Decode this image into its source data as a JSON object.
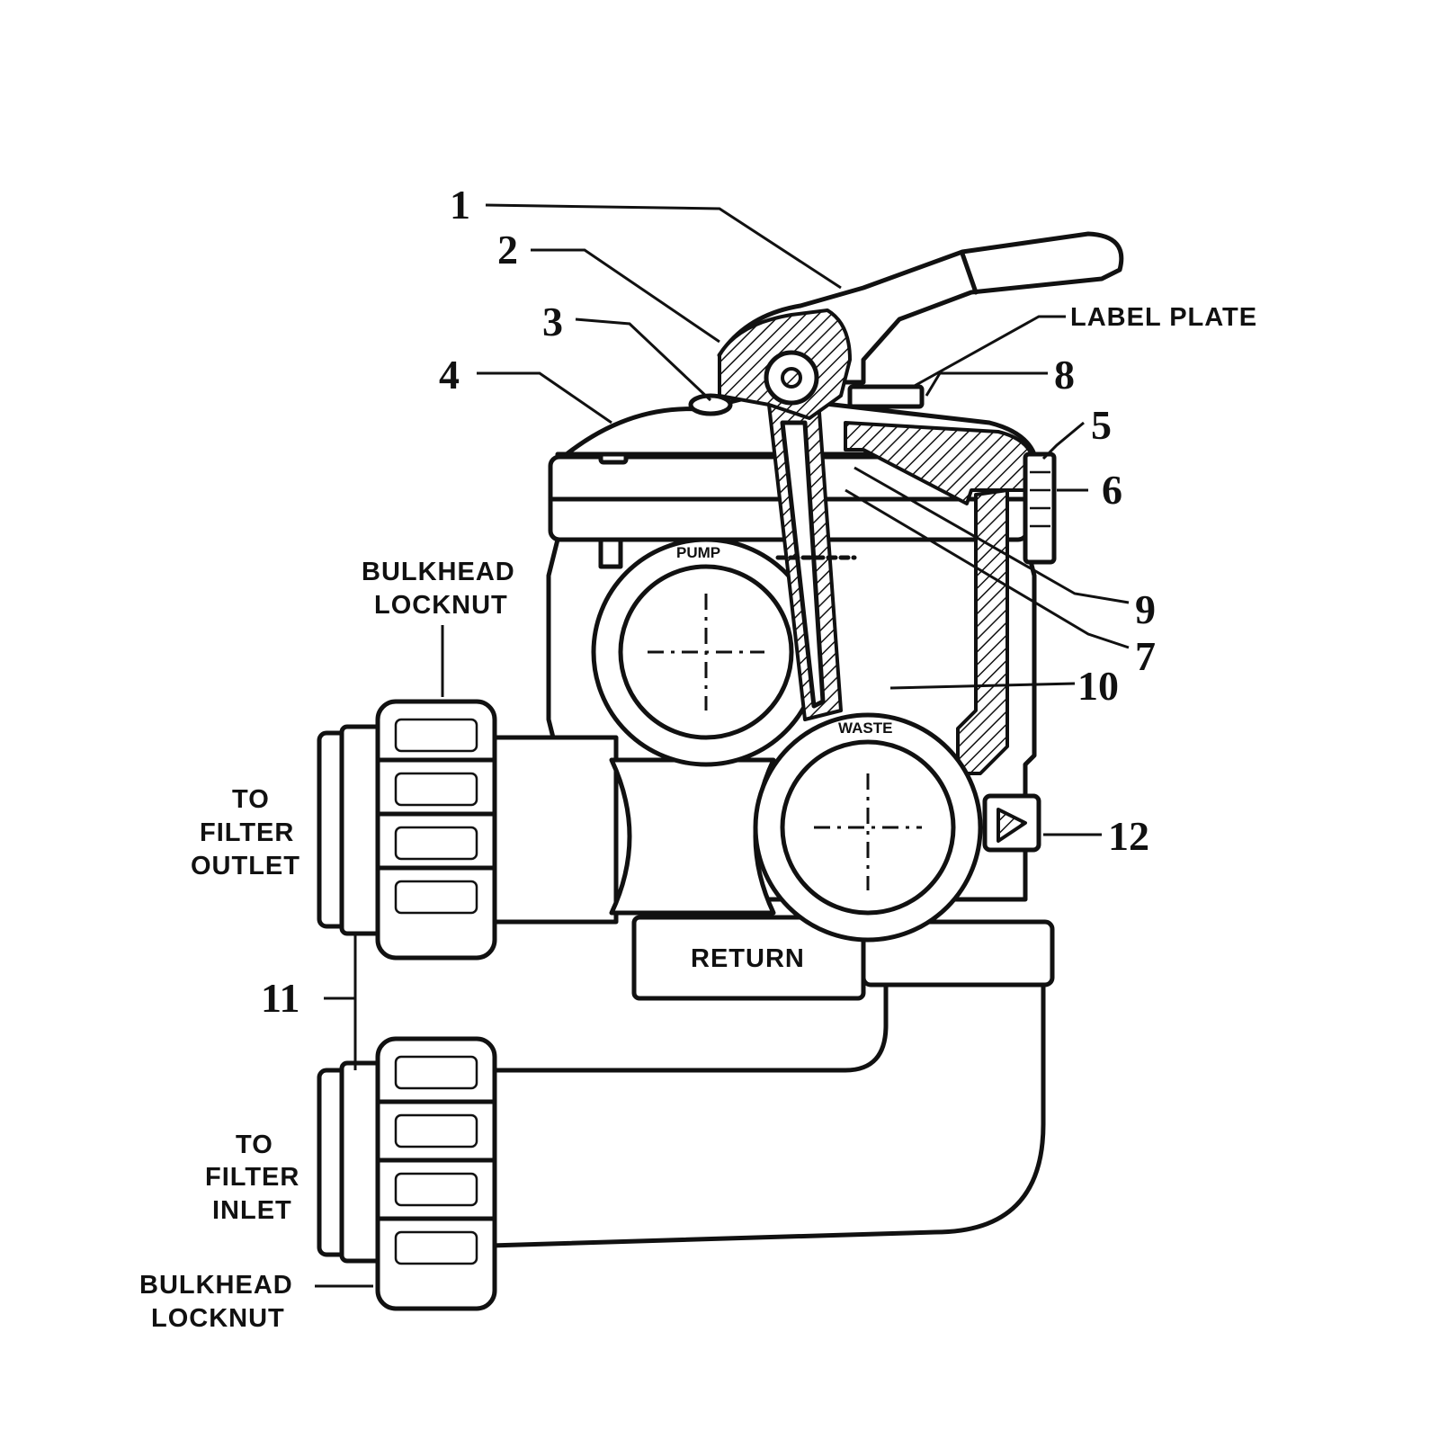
{
  "callouts": {
    "n1": "1",
    "n2": "2",
    "n3": "3",
    "n4": "4",
    "n5": "5",
    "n6": "6",
    "n7": "7",
    "n8": "8",
    "n9": "9",
    "n10": "10",
    "n11": "11",
    "n12": "12"
  },
  "labels": {
    "label_plate": "LABEL PLATE",
    "bulkhead_locknut_top_1": "BULKHEAD",
    "bulkhead_locknut_top_2": "LOCKNUT",
    "to_filter_outlet_1": "TO",
    "to_filter_outlet_2": "FILTER",
    "to_filter_outlet_3": "OUTLET",
    "to_filter_inlet_1": "TO",
    "to_filter_inlet_2": "FILTER",
    "to_filter_inlet_3": "INLET",
    "bulkhead_locknut_bottom_1": "BULKHEAD",
    "bulkhead_locknut_bottom_2": "LOCKNUT",
    "return": "RETURN",
    "pump_port": "PUMP",
    "waste_port": "WASTE"
  }
}
